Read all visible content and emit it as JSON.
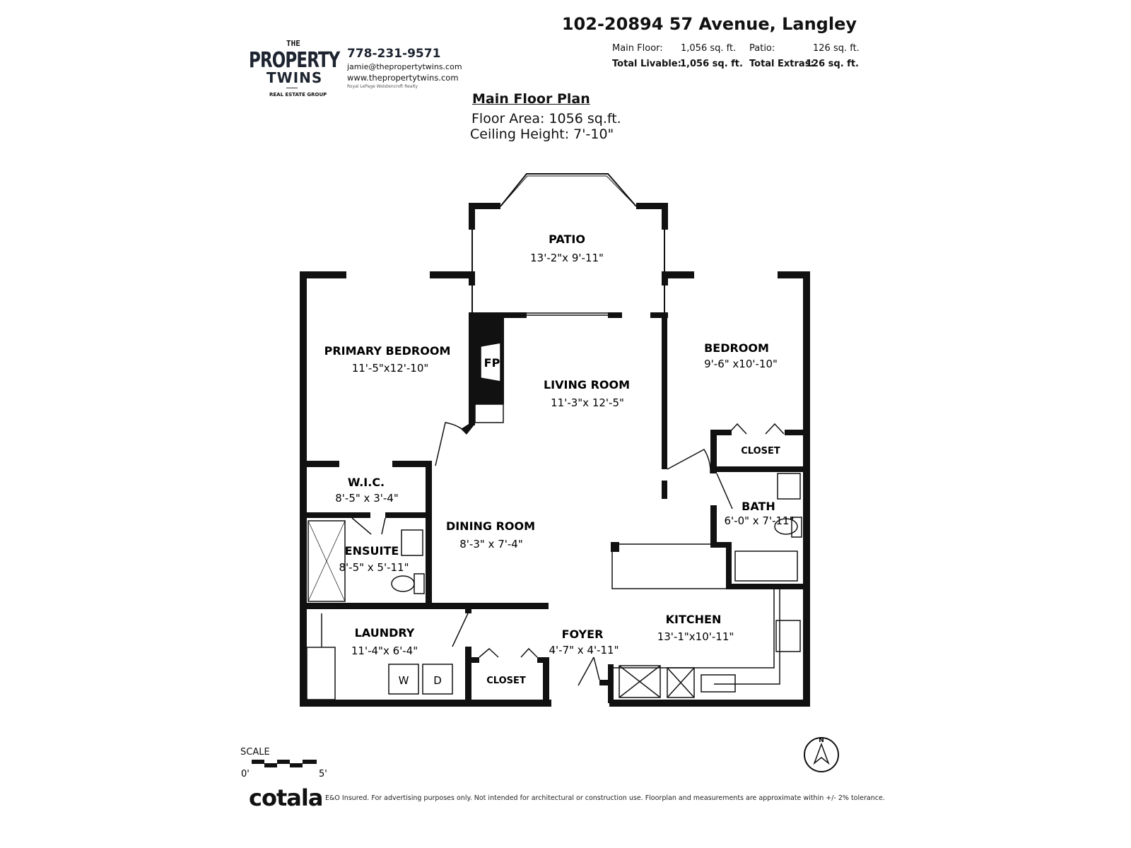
{
  "branding": {
    "logo_text": [
      "THE",
      "PROPERTY",
      "TWINS",
      "REAL ESTATE GROUP"
    ],
    "phone": "778-231-9571",
    "email": "jamie@thepropertytwins.com",
    "website": "www.thepropertytwins.com",
    "brokerage": "Royal LePage Wolstencroft Realty"
  },
  "header": {
    "address": "102-20894 57 Avenue, Langley",
    "main_floor_label": "Main Floor:",
    "main_floor_value": "1,056 sq. ft.",
    "patio_label": "Patio:",
    "patio_value": "126 sq. ft.",
    "total_livable_label": "Total Livable:",
    "total_livable_value": "1,056 sq. ft.",
    "total_extras_label": "Total Extras:",
    "total_extras_value": "126 sq. ft."
  },
  "plan": {
    "title": "Main Floor Plan",
    "floor_area": "Floor Area: 1056 sq.ft.",
    "ceiling_height": "Ceiling Height: 7'-10\""
  },
  "rooms": {
    "patio": {
      "name": "PATIO",
      "dims": "13'-2\"x 9'-11\""
    },
    "primary_bedroom": {
      "name": "PRIMARY BEDROOM",
      "dims": "11'-5\"x12'-10\""
    },
    "living_room": {
      "name": "LIVING ROOM",
      "dims": "11'-3\"x 12'-5\""
    },
    "bedroom": {
      "name": "BEDROOM",
      "dims": "9'-6\" x10'-10\""
    },
    "fireplace": {
      "name": "FP"
    },
    "closet_bedroom": {
      "name": "CLOSET"
    },
    "wic": {
      "name": "W.I.C.",
      "dims": "8'-5\" x 3'-4\""
    },
    "bath": {
      "name": "BATH",
      "dims": "6'-0\" x 7'-11\""
    },
    "ensuite": {
      "name": "ENSUITE",
      "dims": "8'-5\" x 5'-11\""
    },
    "dining_room": {
      "name": "DINING ROOM",
      "dims": "8'-3\" x 7'-4\""
    },
    "kitchen": {
      "name": "KITCHEN",
      "dims": "13'-1\"x10'-11\""
    },
    "laundry": {
      "name": "LAUNDRY",
      "dims": "11'-4\"x 6'-4\"",
      "washer": "W",
      "dryer": "D"
    },
    "foyer": {
      "name": "FOYER",
      "dims": "4'-7\" x 4'-11\""
    },
    "closet_foyer": {
      "name": "CLOSET"
    }
  },
  "scale": {
    "label": "SCALE",
    "start": "0'",
    "end": "5'"
  },
  "compass": {
    "label": "N"
  },
  "footer": {
    "brand": "cotala",
    "disclaimer": "E&O Insured. For advertising purposes only. Not intended for architectural or construction use. Floorplan and measurements are approximate within +/- 2% tolerance."
  }
}
